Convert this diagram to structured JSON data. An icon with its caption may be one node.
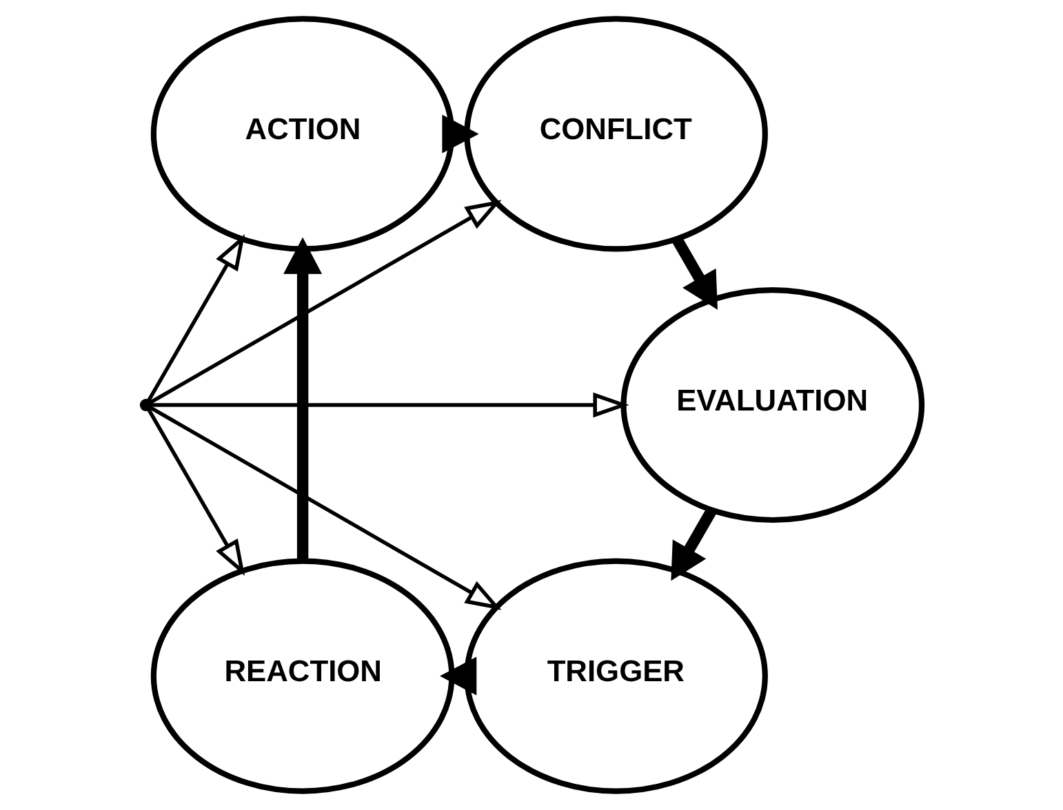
{
  "diagram": {
    "nodes": [
      {
        "text": [
          "TRIGGER"
        ]
      },
      {
        "text": [
          "REACTION"
        ]
      },
      {
        "text": [
          "ACTION"
        ]
      },
      {
        "text": [
          "CONFLICT"
        ]
      },
      {
        "text": [
          "EVALUATION"
        ]
      },
      {
        "text": [],
        "shape": "point"
      }
    ],
    "edges": [
      {
        "from": 0,
        "to": 1,
        "arrow": "to",
        "style": "thick"
      },
      {
        "from": 1,
        "to": 2,
        "arrow": "to",
        "style": "thick"
      },
      {
        "from": 2,
        "to": 3,
        "arrow": "to",
        "style": "thick"
      },
      {
        "from": 3,
        "to": 4,
        "arrow": "to",
        "style": "thick"
      },
      {
        "from": 4,
        "to": 0,
        "arrow": "to",
        "style": "thick"
      },
      {
        "from": 5,
        "to": 0,
        "arrow": "to"
      },
      {
        "from": 5,
        "to": 1,
        "arrow": "to"
      },
      {
        "from": 5,
        "to": 2,
        "arrow": "to"
      },
      {
        "from": 5,
        "to": 3,
        "arrow": "to"
      },
      {
        "from": 5,
        "to": 4,
        "arrow": "to"
      }
    ]
  }
}
